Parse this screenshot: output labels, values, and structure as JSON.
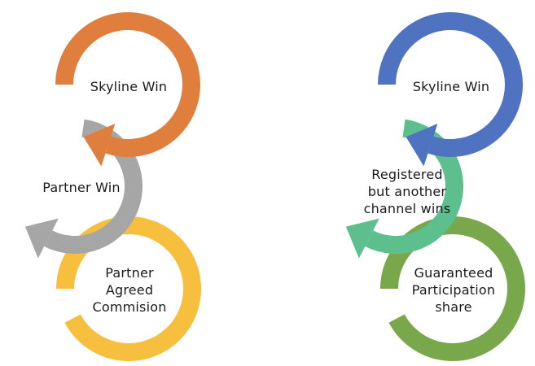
{
  "diagrams": [
    {
      "name": "left",
      "cycles": [
        {
          "id": "skyline-win",
          "label_lines": [
            "Skyline Win"
          ],
          "color": "#E07F3D"
        },
        {
          "id": "partner-win",
          "label_lines": [
            "Partner Win"
          ],
          "color": "#A6A6A6"
        },
        {
          "id": "partner-agreed-commision",
          "label_lines": [
            "Partner",
            "Agreed",
            "Commision"
          ],
          "color": "#F7BF3E"
        }
      ]
    },
    {
      "name": "right",
      "cycles": [
        {
          "id": "skyline-win",
          "label_lines": [
            "Skyline Win"
          ],
          "color": "#4F72C1"
        },
        {
          "id": "registered-other-channel",
          "label_lines": [
            "Registered",
            "but another",
            "channel wins"
          ],
          "color": "#5DBF8E"
        },
        {
          "id": "guaranteed-participation-share",
          "label_lines": [
            "Guaranteed",
            "Participation",
            "share"
          ],
          "color": "#79A84C"
        }
      ]
    }
  ]
}
